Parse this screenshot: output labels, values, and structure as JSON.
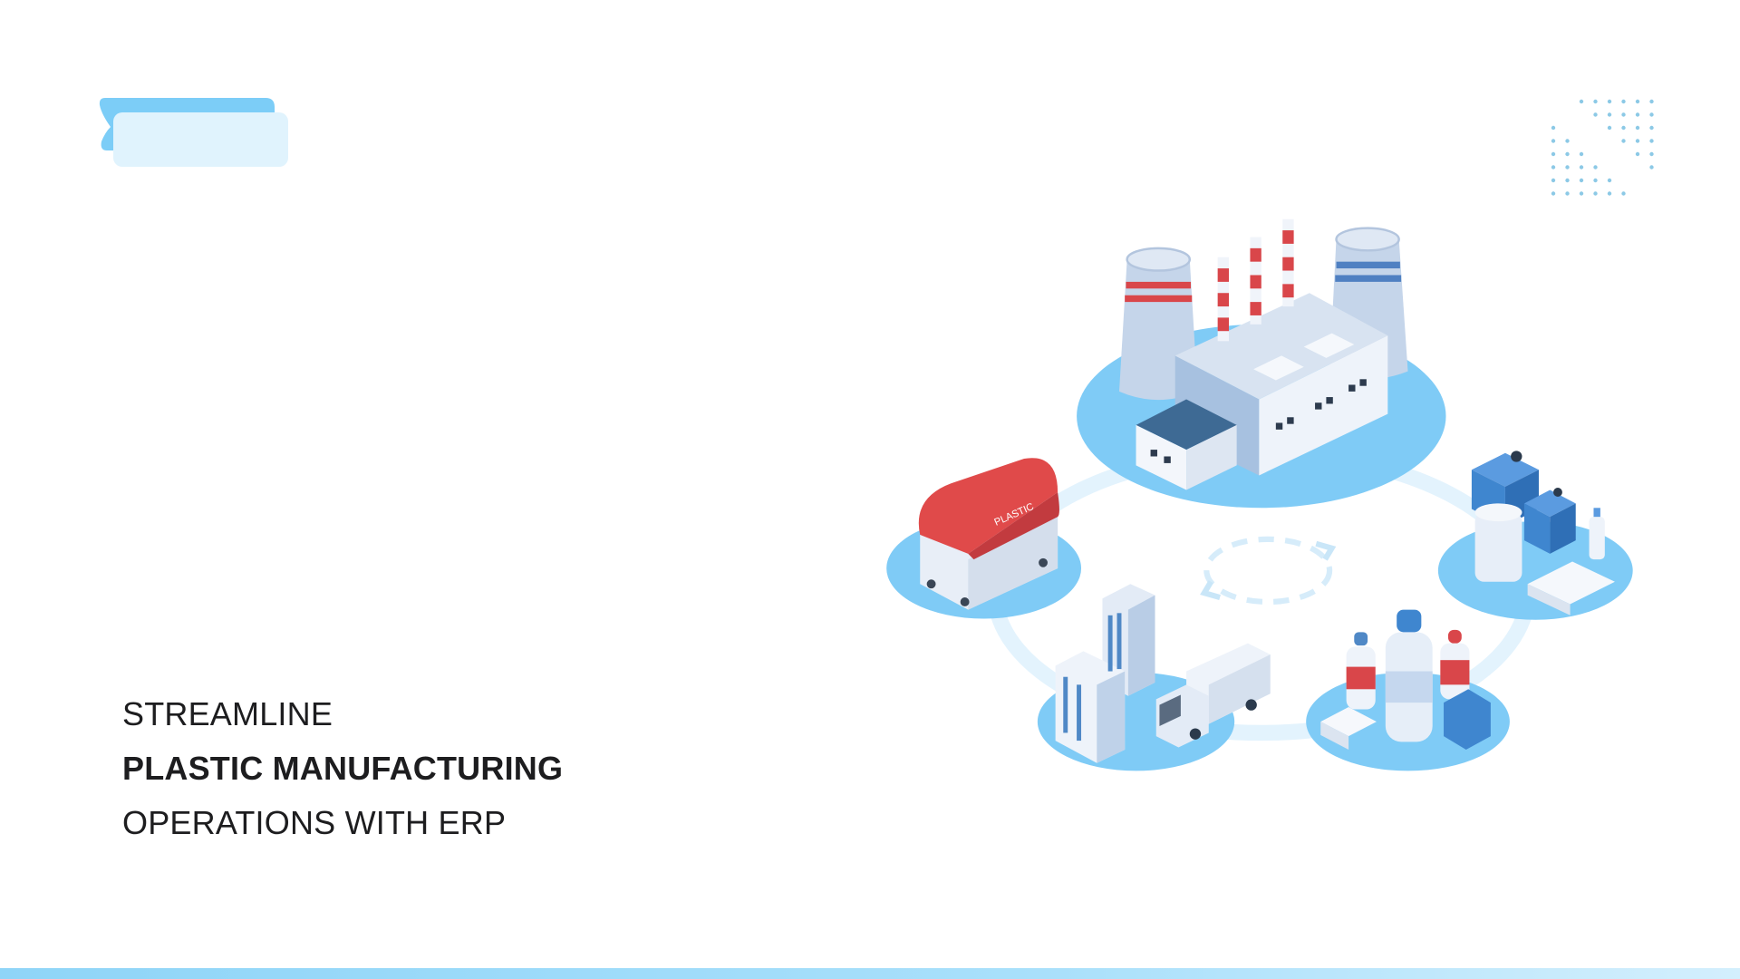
{
  "headline": {
    "line1": "STREAMLINE",
    "line2": "PLASTIC MANUFACTURING",
    "line3": "OPERATIONS WITH ERP"
  },
  "illustration": {
    "bin_label": "PLASTIC"
  },
  "colors": {
    "accent": "#7ccdf7",
    "accent_light": "#e0f3fd",
    "text": "#1d1d1f",
    "red": "#d9464a",
    "blue": "#3f86cf"
  },
  "icons": [
    "brand-logo-shape",
    "dot-pattern",
    "cycle-arrows-icon"
  ]
}
